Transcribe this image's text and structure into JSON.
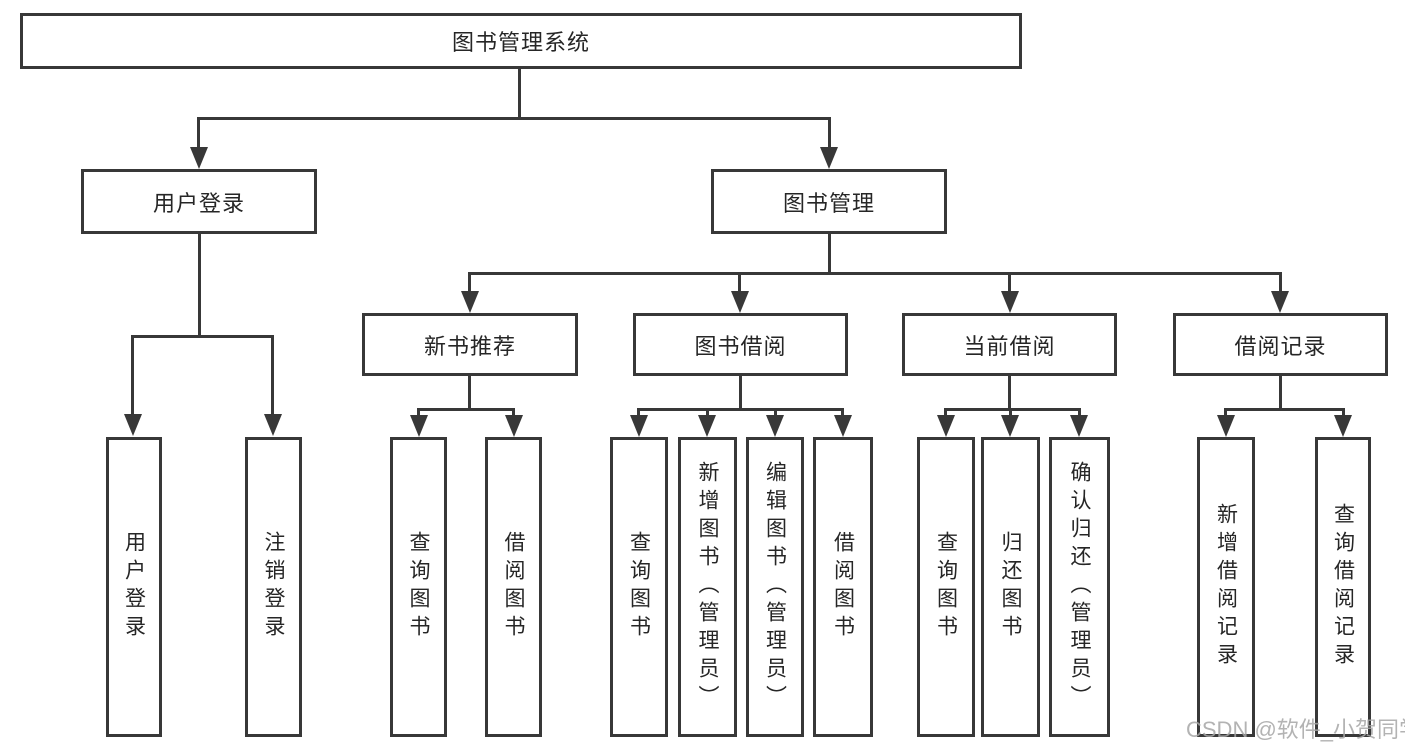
{
  "diagram": {
    "type": "tree",
    "root": {
      "label": "图书管理系统"
    },
    "branches": [
      {
        "id": "user-login",
        "label": "用户登录",
        "children": [
          {
            "label": "用户登录"
          },
          {
            "label": "注销登录"
          }
        ]
      },
      {
        "id": "book-management",
        "label": "图书管理",
        "children": [
          {
            "id": "new-book-recommend",
            "label": "新书推荐",
            "children": [
              {
                "label": "查询图书"
              },
              {
                "label": "借阅图书"
              }
            ]
          },
          {
            "id": "book-borrow",
            "label": "图书借阅",
            "children": [
              {
                "label": "查询图书"
              },
              {
                "label": "新增图书（管理员）"
              },
              {
                "label": "编辑图书（管理员）"
              },
              {
                "label": "借阅图书"
              }
            ]
          },
          {
            "id": "current-borrow",
            "label": "当前借阅",
            "children": [
              {
                "label": "查询图书"
              },
              {
                "label": "归还图书"
              },
              {
                "label": "确认归还（管理员）"
              }
            ]
          },
          {
            "id": "borrow-records",
            "label": "借阅记录",
            "children": [
              {
                "label": "新增借阅记录"
              },
              {
                "label": "查询借阅记录"
              }
            ]
          }
        ]
      }
    ]
  },
  "watermark": "CSDN @软件_小贺同学",
  "colors": {
    "line": "#383838",
    "text": "#262626",
    "background": "#ffffff",
    "watermark": "#a6a6a6"
  }
}
